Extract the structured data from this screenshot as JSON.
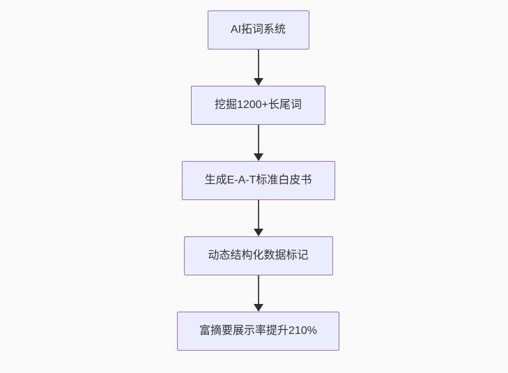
{
  "diagram": {
    "type": "flowchart",
    "direction": "top-down",
    "colors": {
      "background": "#fafafa",
      "node_fill": "#ececff",
      "node_border": "#9370db",
      "node_text": "#333333",
      "arrow": "#2e2e2e"
    },
    "nodes": [
      {
        "label": "AI拓词系统"
      },
      {
        "label": "挖掘1200+长尾词"
      },
      {
        "label": "生成E-A-T标准白皮书"
      },
      {
        "label": "动态结构化数据标记"
      },
      {
        "label": "富摘要展示率提升210%"
      }
    ],
    "edges": [
      {
        "from": 0,
        "to": 1
      },
      {
        "from": 1,
        "to": 2
      },
      {
        "from": 2,
        "to": 3
      },
      {
        "from": 3,
        "to": 4
      }
    ]
  }
}
